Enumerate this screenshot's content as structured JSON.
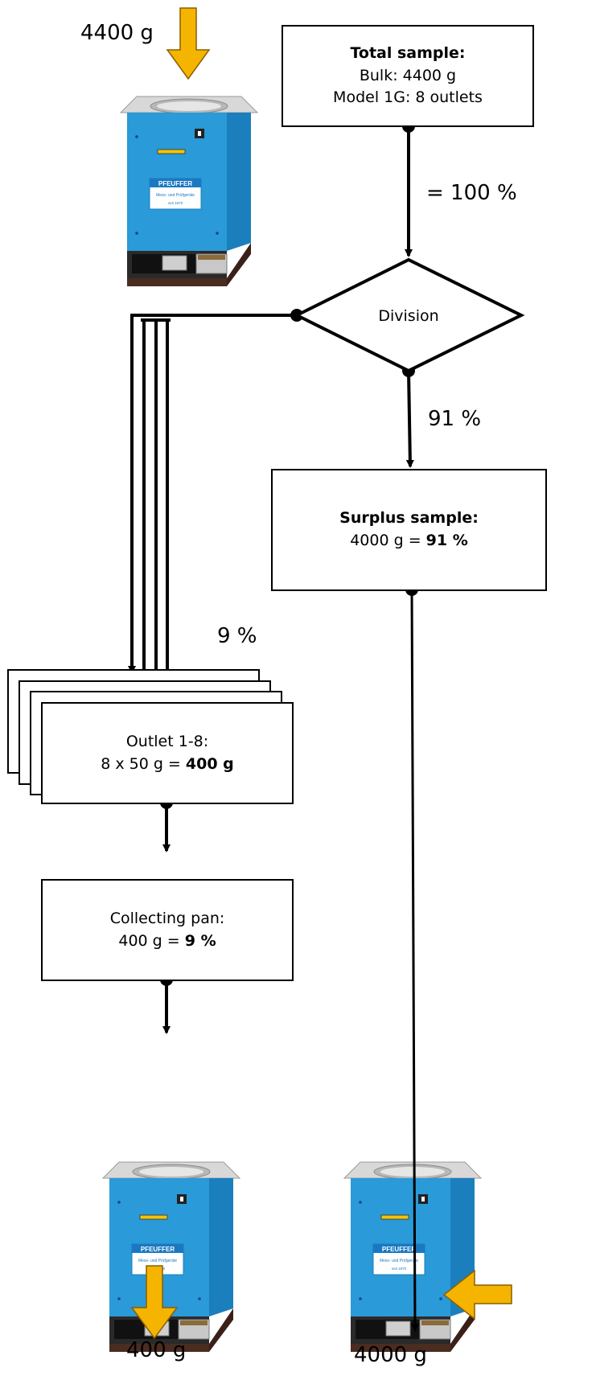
{
  "input_weight": "4400 g",
  "total_box": {
    "title": "Total sample:",
    "line1": "Bulk: 4400 g",
    "line2": "Model 1G: 8 outlets"
  },
  "pct_total": "= 100 %",
  "division_label": "Division",
  "pct_surplus_flow": "91 %",
  "pct_outlet_flow": "9 %",
  "surplus_box": {
    "title": "Surplus sample:",
    "line_prefix": "4000 g = ",
    "line_bold": "91 %"
  },
  "outlet_box": {
    "title": "Outlet 1-8:",
    "line_prefix": "8 x 50 g = ",
    "line_bold": "400 g"
  },
  "collect_box": {
    "title": "Collecting pan:",
    "line_prefix": "400 g = ",
    "line_bold": "9 %"
  },
  "output_left": "400 g",
  "output_right": "4000 g",
  "machine": {
    "brand": "PFEUFFER",
    "sub": "Mess- und Prüfgeräte",
    "tag": "seit 1870"
  },
  "colors": {
    "machine_blue": "#2a9ad8",
    "arrow_yellow": "#f5b400",
    "top_gray": "#d8d8d8",
    "base_brown": "#4a2c20"
  }
}
